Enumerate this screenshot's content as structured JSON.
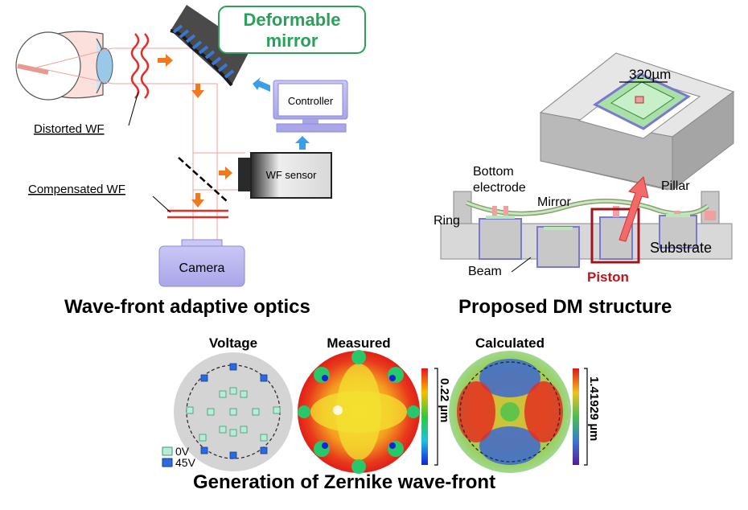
{
  "optics": {
    "dm_label_line1": "Deformable",
    "dm_label_line2": "mirror",
    "controller": "Controller",
    "wf_sensor": "WF sensor",
    "camera": "Camera",
    "distorted_wf": "Distorted WF",
    "compensated_wf": "Compensated WF",
    "title": "Wave-front adaptive optics"
  },
  "structure": {
    "size": "320µm",
    "bottom_electrode_line1": "Bottom",
    "bottom_electrode_line2": "electrode",
    "mirror": "Mirror",
    "pillar": "Pillar",
    "ring": "Ring",
    "substrate": "Substrate",
    "beam": "Beam",
    "piston": "Piston",
    "title": "Proposed DM structure"
  },
  "zernike": {
    "voltage": "Voltage",
    "measured": "Measured",
    "calculated": "Calculated",
    "legend_0v": "0V",
    "legend_45v": "45V",
    "measured_scale": "0.22 µm",
    "calculated_scale": "1.41929 µm",
    "title": "Generation of Zernike wave-front"
  },
  "colors": {
    "dm_label": "#2aa05a",
    "piston": "#c0141c",
    "box_purple": "#b7b5ee",
    "arrow_orange": "#f0781e",
    "arrow_blue": "#3aa0e6",
    "beam_red": "#e0302a"
  }
}
